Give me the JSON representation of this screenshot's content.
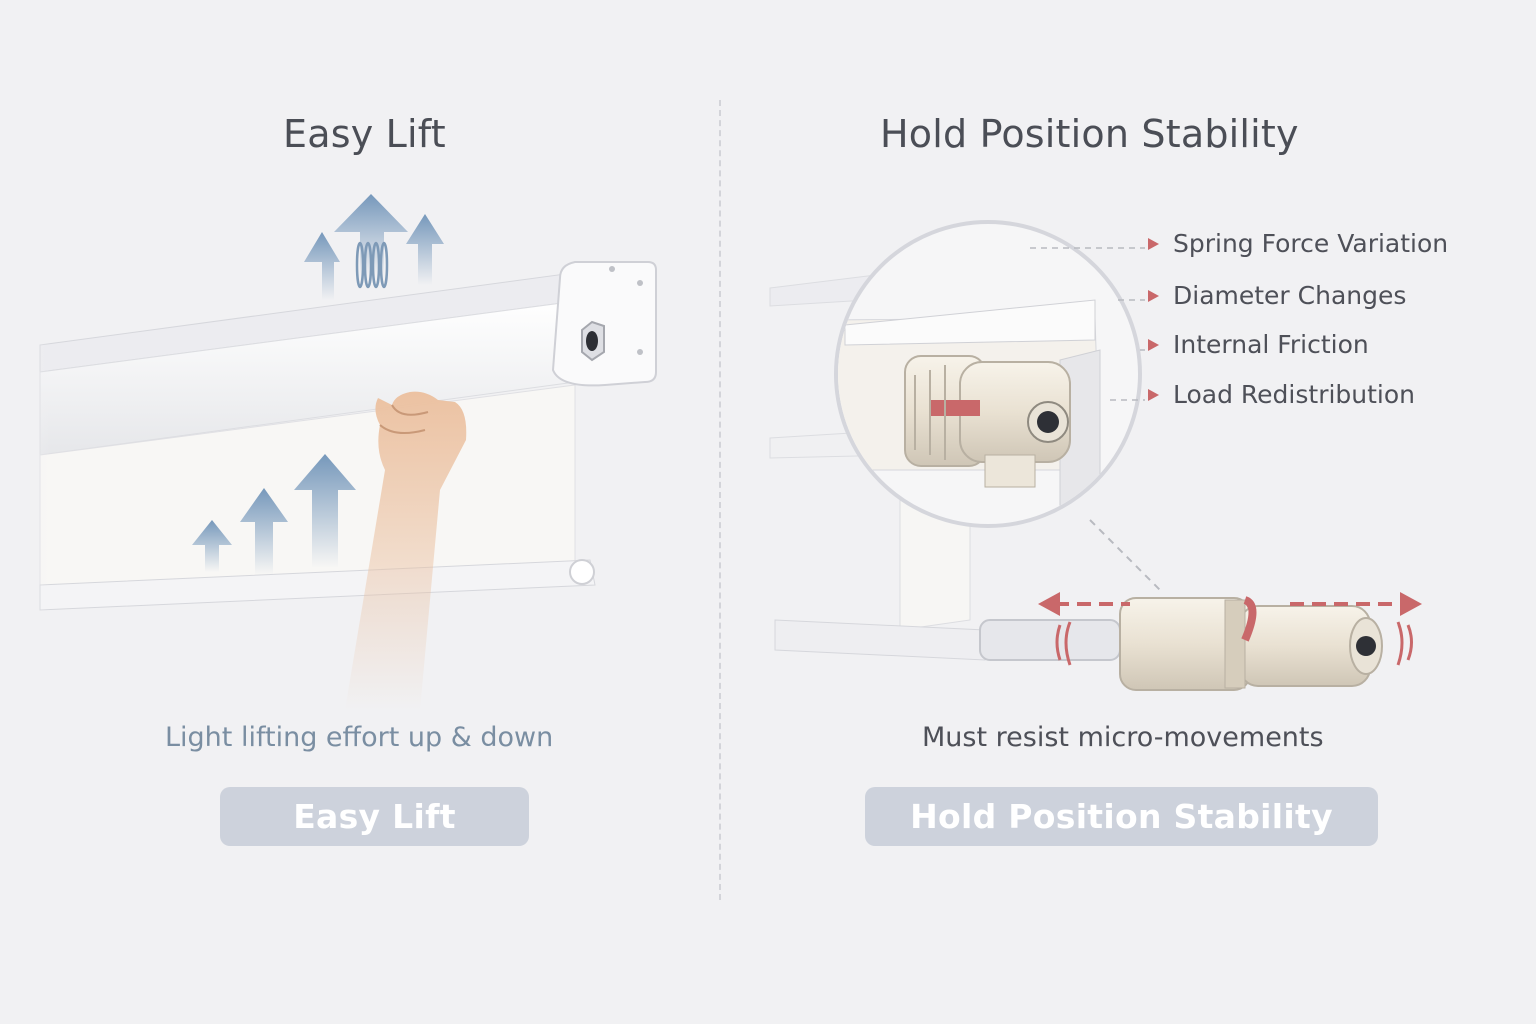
{
  "left": {
    "title": "Easy Lift",
    "caption": "Light lifting effort up & down",
    "label_button": "Easy Lift"
  },
  "right": {
    "title": "Hold Position Stability",
    "factors": [
      "Spring Force Variation",
      "Diameter Changes",
      "Internal Friction",
      "Load Redistribution"
    ],
    "caption": "Must resist micro-movements",
    "label_button": "Hold Position Stability"
  },
  "colors": {
    "accent_blue": "#6f93b8",
    "accent_red": "#c9686a",
    "background": "#f1f1f3",
    "pill": "#cdd2dc"
  },
  "icons": [
    "up-arrow-icon",
    "spring-icon",
    "hand-icon",
    "magnifier-circle-icon",
    "bidirectional-arrow-icon",
    "vibration-icon"
  ]
}
